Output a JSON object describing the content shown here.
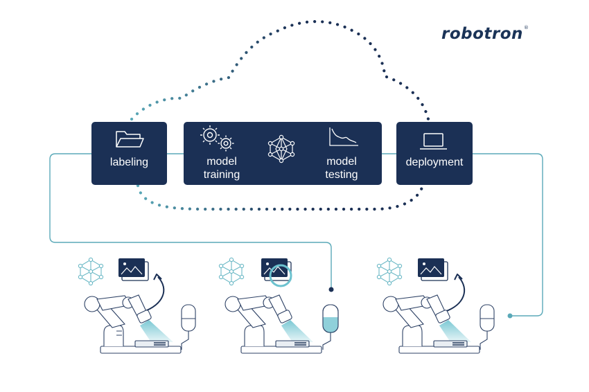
{
  "brand": {
    "name": "robotron",
    "mark": "®"
  },
  "pipeline": {
    "labeling": "labeling",
    "model_training_line1": "model",
    "model_training_line2": "training",
    "model_testing_line1": "model",
    "model_testing_line2": "testing",
    "deployment": "deployment"
  },
  "colors": {
    "navy": "#1b3055",
    "teal": "#5aa9b8",
    "light_teal": "#8fd0da",
    "white": "#ffffff"
  },
  "icons": [
    "folder-icon",
    "gears-icon",
    "neural-network-icon",
    "loss-curve-icon",
    "laptop-icon",
    "image-icon",
    "robot-arm-icon",
    "controller-icon"
  ]
}
